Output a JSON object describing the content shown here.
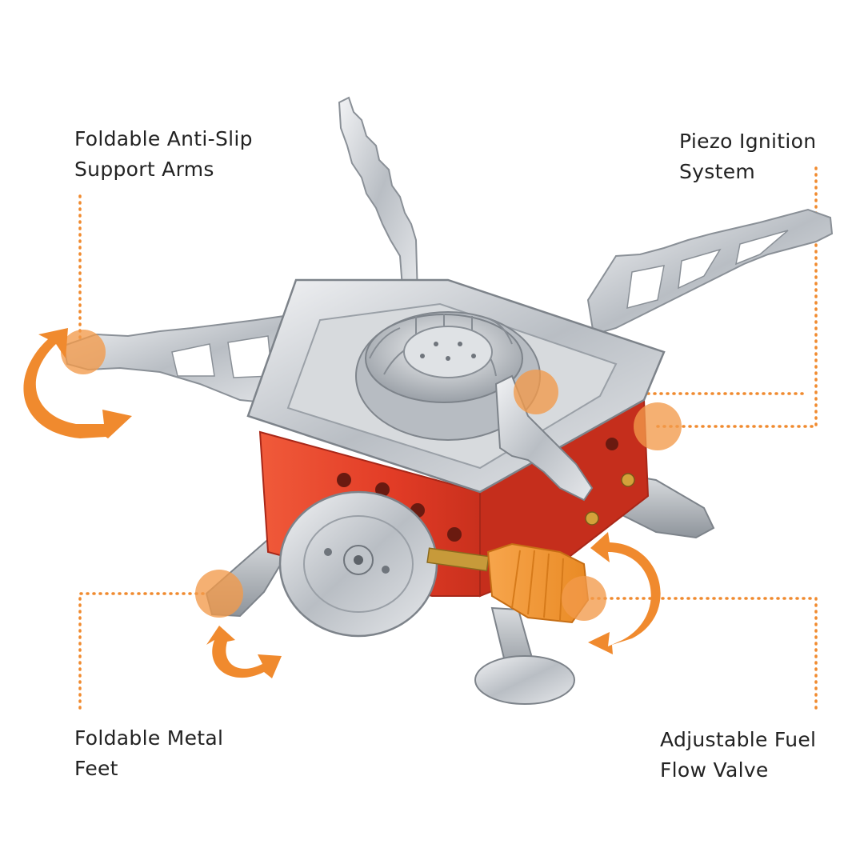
{
  "colors": {
    "accent": "#f08a2e",
    "accent_light": "#f6b27a",
    "stove_red": "#e8402a",
    "steel": "#c9cdd2",
    "text": "#222222"
  },
  "callouts": {
    "support_arms": {
      "line1": "Foldable Anti-Slip",
      "line2": "Support Arms"
    },
    "ignition": {
      "line1": "Piezo Ignition",
      "line2": "System"
    },
    "feet": {
      "line1": "Foldable Metal",
      "line2": "Feet"
    },
    "valve": {
      "line1": "Adjustable Fuel",
      "line2": "Flow Valve"
    }
  },
  "icons": [
    "rotate-arrow-icon",
    "rotate-arrow-icon",
    "rotate-arrow-icon"
  ]
}
